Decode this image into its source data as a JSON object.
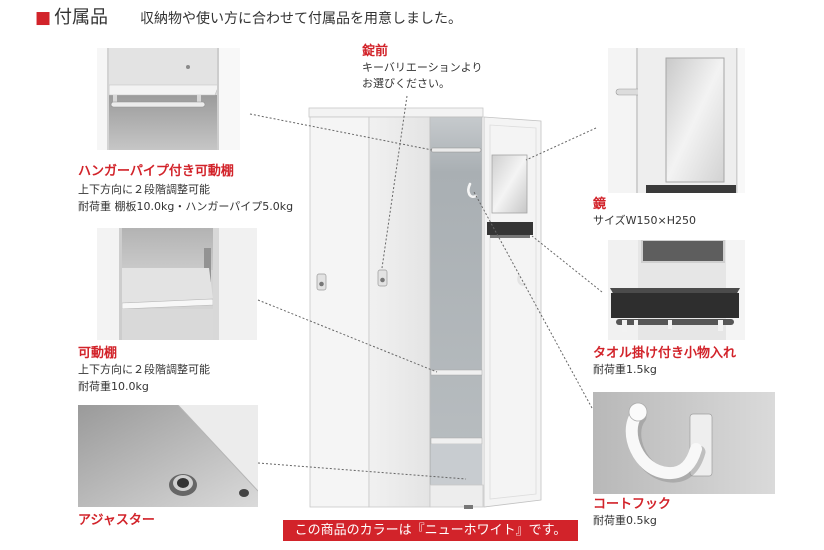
{
  "header": {
    "marker": "■",
    "title": "付属品",
    "description": "収納物や使い方に合わせて付属品を用意しました。"
  },
  "accessories": {
    "hanger_shelf": {
      "name": "ハンガーパイプ付き可動棚",
      "details": [
        "上下方向に２段階調整可能",
        "耐荷重 棚板10.0kg・ハンガーパイプ5.0kg"
      ]
    },
    "movable_shelf": {
      "name": "可動棚",
      "details": [
        "上下方向に２段階調整可能",
        "耐荷重10.0kg"
      ]
    },
    "adjuster": {
      "name": "アジャスター"
    },
    "lock": {
      "name": "錠前",
      "details": [
        "キーバリエーションより",
        "お選びください。"
      ]
    },
    "mirror": {
      "name": "鏡",
      "details": [
        "サイズW150×H250"
      ]
    },
    "towel_tray": {
      "name": "タオル掛け付き小物入れ",
      "details": [
        "耐荷重1.5kg"
      ]
    },
    "coat_hook": {
      "name": "コートフック",
      "details": [
        "耐荷重0.5kg"
      ]
    }
  },
  "banner": {
    "text": "この商品のカラーは『ニューホワイト』です。"
  },
  "colors": {
    "accent": "#d2232a",
    "text": "#333333",
    "banner_text": "#ffffff"
  }
}
